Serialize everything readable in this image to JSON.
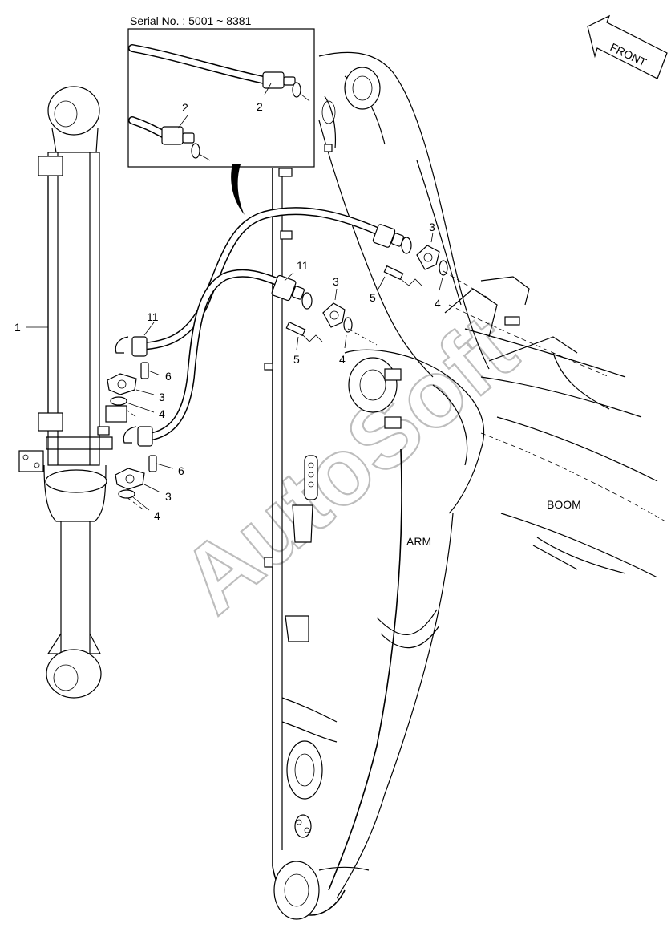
{
  "inset": {
    "serial_label": "Serial No. : 5001 ~ 8381"
  },
  "front_label": "FRONT",
  "region_labels": {
    "boom": "BOOM",
    "arm": "ARM"
  },
  "watermark": "AutoSoft",
  "callouts": {
    "inset_2a": "2",
    "inset_2b": "2",
    "part_1": "1",
    "part_11_top": "11",
    "part_11_left": "11",
    "part_3_top_right": "3",
    "part_3_mid": "3",
    "part_3_left_a": "3",
    "part_3_left_b": "3",
    "part_4_top_right": "4",
    "part_4_mid": "4",
    "part_4_left_a": "4",
    "part_4_left_b": "4",
    "part_5_right": "5",
    "part_5_mid": "5",
    "part_6_a": "6",
    "part_6_b": "6"
  }
}
